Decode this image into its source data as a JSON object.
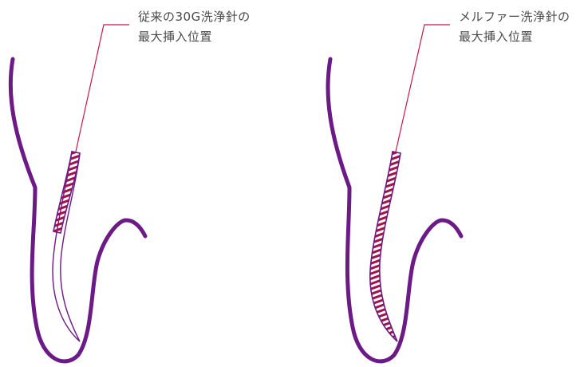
{
  "panels": [
    {
      "caption_line1": "従来の30G洗浄針の",
      "caption_line2": "最大挿入位置",
      "hatch_extent": "partial"
    },
    {
      "caption_line1": "メルファー洗浄針の",
      "caption_line2": "最大挿入位置",
      "hatch_extent": "full"
    }
  ],
  "colors": {
    "tooth_outline": "#6b1a86",
    "leader_line": "#c8174a",
    "hatch": "#a3134a",
    "text": "#4a4a4a"
  }
}
